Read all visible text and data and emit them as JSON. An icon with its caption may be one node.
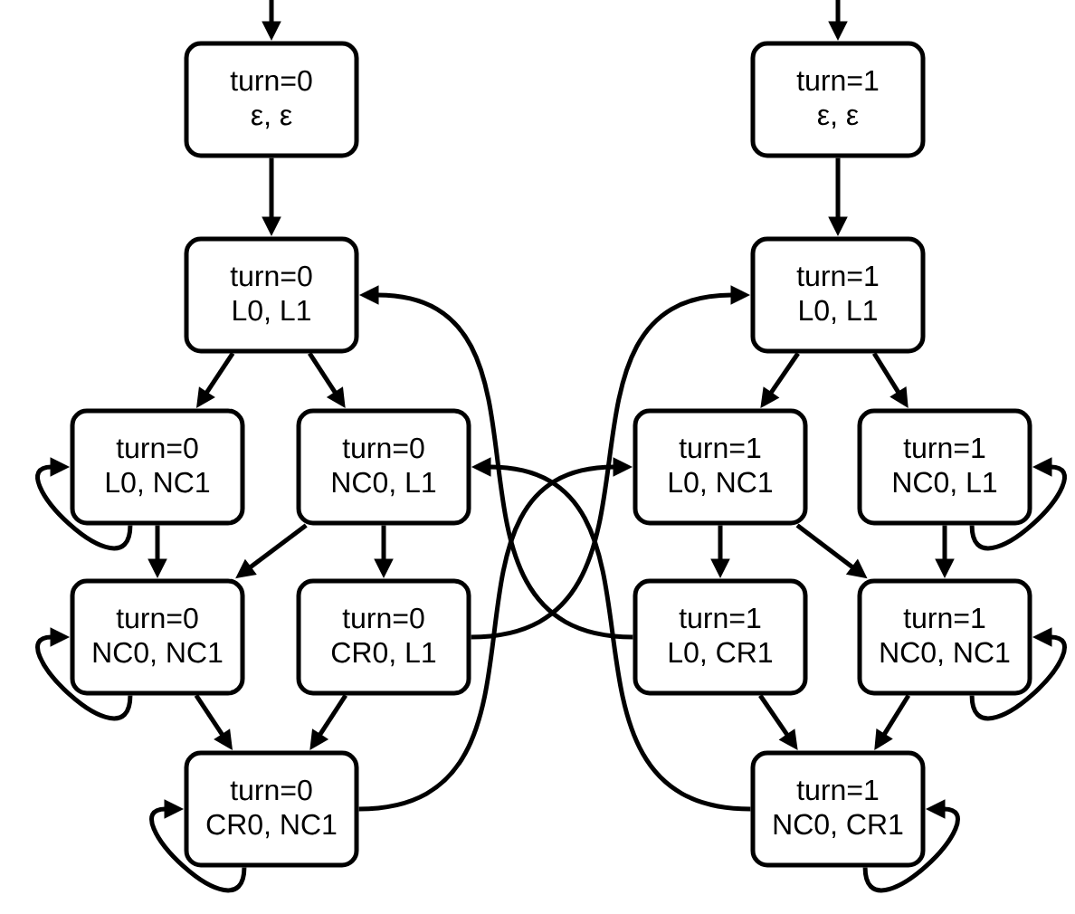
{
  "diagram": {
    "nodes": [
      {
        "text": [
          "turn=0",
          "ε, ε"
        ]
      },
      {
        "text": [
          "turn=0",
          "L0, L1"
        ]
      },
      {
        "text": [
          "turn=0",
          "L0, NC1"
        ]
      },
      {
        "text": [
          "turn=0",
          "NC0, L1"
        ]
      },
      {
        "text": [
          "turn=0",
          "NC0, NC1"
        ]
      },
      {
        "text": [
          "turn=0",
          "CR0, L1"
        ]
      },
      {
        "text": [
          "turn=0",
          "CR0, NC1"
        ]
      },
      {
        "text": [
          "turn=1",
          "ε, ε"
        ]
      },
      {
        "text": [
          "turn=1",
          "L0, L1"
        ]
      },
      {
        "text": [
          "turn=1",
          "L0, NC1"
        ]
      },
      {
        "text": [
          "turn=1",
          "NC0, L1"
        ]
      },
      {
        "text": [
          "turn=1",
          "L0, CR1"
        ]
      },
      {
        "text": [
          "turn=1",
          "NC0, NC1"
        ]
      },
      {
        "text": [
          "turn=1",
          "NC0, CR1"
        ]
      }
    ],
    "edges": [
      {
        "from": null,
        "to": 0,
        "arrow": "to"
      },
      {
        "from": 0,
        "to": 1,
        "arrow": "to"
      },
      {
        "from": 1,
        "to": 2,
        "arrow": "to"
      },
      {
        "from": 1,
        "to": 3,
        "arrow": "to"
      },
      {
        "from": 2,
        "to": 2,
        "arrow": "to"
      },
      {
        "from": 2,
        "to": 4,
        "arrow": "to"
      },
      {
        "from": 3,
        "to": 4,
        "arrow": "to"
      },
      {
        "from": 3,
        "to": 5,
        "arrow": "to"
      },
      {
        "from": 4,
        "to": 4,
        "arrow": "to"
      },
      {
        "from": 4,
        "to": 6,
        "arrow": "to"
      },
      {
        "from": 5,
        "to": 6,
        "arrow": "to"
      },
      {
        "from": 6,
        "to": 6,
        "arrow": "to"
      },
      {
        "from": 5,
        "to": 8,
        "arrow": "to"
      },
      {
        "from": 6,
        "to": 9,
        "arrow": "to"
      },
      {
        "from": null,
        "to": 7,
        "arrow": "to"
      },
      {
        "from": 7,
        "to": 8,
        "arrow": "to"
      },
      {
        "from": 8,
        "to": 9,
        "arrow": "to"
      },
      {
        "from": 8,
        "to": 10,
        "arrow": "to"
      },
      {
        "from": 10,
        "to": 10,
        "arrow": "to"
      },
      {
        "from": 9,
        "to": 11,
        "arrow": "to"
      },
      {
        "from": 9,
        "to": 12,
        "arrow": "to"
      },
      {
        "from": 10,
        "to": 12,
        "arrow": "to"
      },
      {
        "from": 12,
        "to": 12,
        "arrow": "to"
      },
      {
        "from": 11,
        "to": 13,
        "arrow": "to"
      },
      {
        "from": 12,
        "to": 13,
        "arrow": "to"
      },
      {
        "from": 13,
        "to": 13,
        "arrow": "to"
      },
      {
        "from": 11,
        "to": 1,
        "arrow": "to"
      },
      {
        "from": 13,
        "to": 3,
        "arrow": "to"
      }
    ]
  }
}
